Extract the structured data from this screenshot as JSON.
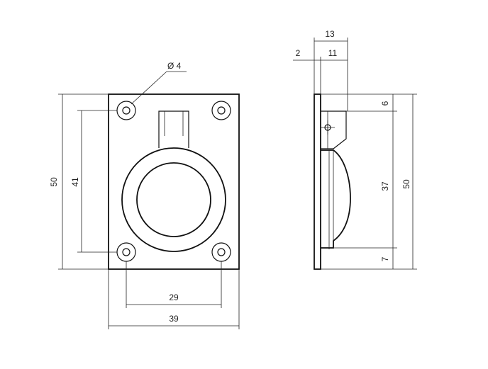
{
  "drawing": {
    "front_view": {
      "hole_diameter": "Ø 4",
      "height_total": "50",
      "height_holes": "41",
      "width_holes": "29",
      "width_total": "39"
    },
    "side_view": {
      "depth_total": "13",
      "plate_thickness": "2",
      "depth_ring": "11",
      "top_offset": "6",
      "middle_span": "37",
      "height_total": "50",
      "bottom_offset": "7"
    }
  }
}
